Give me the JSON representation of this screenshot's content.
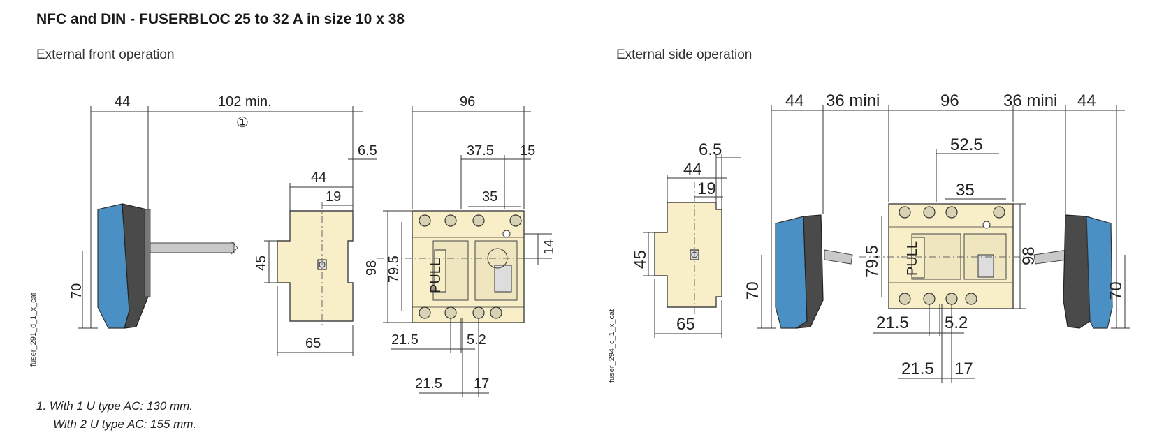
{
  "header": {
    "title": "NFC and DIN - FUSERBLOC 25 to 32 A in size 10 x 38"
  },
  "sections": {
    "front": {
      "title": "External front operation",
      "ref": "fuser_291_d_1_x_cat"
    },
    "side": {
      "title": "External side operation",
      "ref": "fuser_294_c_1_x_cat"
    }
  },
  "front_dims": {
    "d44_top": "44",
    "d102": "102 min.",
    "note_marker": "①",
    "d6_5": "6.5",
    "d44_mid": "44",
    "d19": "19",
    "d45": "45",
    "d70": "70",
    "d65": "65",
    "d96": "96",
    "d37_5": "37.5",
    "d15": "15",
    "d35": "35",
    "d98": "98",
    "d79_5": "79.5",
    "d14": "14",
    "d21_5_a": "21.5",
    "d5_2": "5.2",
    "d21_5_b": "21.5",
    "d17": "17",
    "pull": "PULL"
  },
  "side_dims": {
    "d6_5": "6.5",
    "d44": "44",
    "d19": "19",
    "d45": "45",
    "d65": "65",
    "d44_left": "44",
    "d36_left": "36 mini",
    "d96": "96",
    "d36_right": "36 mini",
    "d44_right": "44",
    "d52_5": "52.5",
    "d35": "35",
    "d79_5": "79.5",
    "d98": "98",
    "d70_left": "70",
    "d70_right": "70",
    "d21_5_a": "21.5",
    "d5_2": "5.2",
    "d21_5_b": "21.5",
    "d17": "17",
    "pull": "PULL"
  },
  "footnotes": {
    "line1": "1. With 1 U type AC: 130 mm.",
    "line2": "With 2 U type AC: 155 mm."
  },
  "colors": {
    "handle_blue": "#4a90c4",
    "handle_dark": "#4a4a4a",
    "body_fill": "#f8efc9"
  }
}
